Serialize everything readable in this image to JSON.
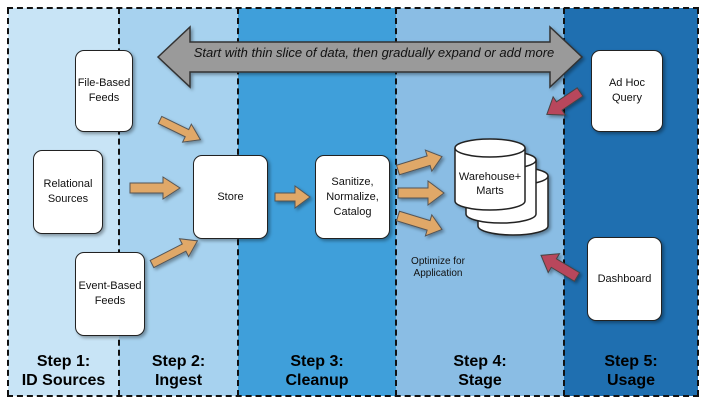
{
  "banner": {
    "text": "Start with thin slice of data, then gradually expand or add more"
  },
  "steps": [
    {
      "label": "Step 1:\nID Sources"
    },
    {
      "label": "Step 2:\nIngest"
    },
    {
      "label": "Step 3:\nCleanup"
    },
    {
      "label": "Step 4:\nStage"
    },
    {
      "label": "Step 5:\nUsage"
    }
  ],
  "sources": {
    "file_based": "File-Based\nFeeds",
    "relational": "Relational\nSources",
    "event_based": "Event-Based\nFeeds"
  },
  "store": "Store",
  "cleanup": "Sanitize,\nNormalize,\nCatalog",
  "warehouse": "Warehouse+\nMarts",
  "optimize_note": "Optimize for\nApplication",
  "usage": {
    "adhoc": "Ad Hoc\nQuery",
    "dashboard": "Dashboard"
  },
  "colors": {
    "lane1": "#c8e4f6",
    "lane2": "#a7d2ef",
    "lane3": "#3f9fda",
    "lane4": "#8abde4",
    "lane5": "#1f6fb0",
    "arrow_orange": "#e0a868",
    "arrow_red": "#b8465c",
    "banner_gray": "#9a9a9a"
  }
}
